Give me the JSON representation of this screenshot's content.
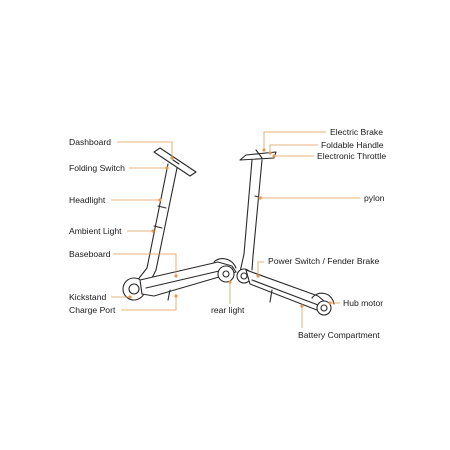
{
  "accent_color": "#e39a55",
  "labels": {
    "dashboard": "Dashboard",
    "folding_switch": "Folding Switch",
    "headlight": "Headlight",
    "ambient_light": "Ambient Light",
    "baseboard": "Baseboard",
    "kickstand": "Kickstand",
    "charge_port": "Charge Port",
    "rear_light": "rear light",
    "electric_brake": "Electric Brake",
    "foldable_handle": "Foldable Handle",
    "electronic_throttle": "Electronic Throttle",
    "pylon": "pylon",
    "power_switch": "Power Switch / Fender Brake",
    "hub_motor": "Hub motor",
    "battery_compartment": "Battery Compartment"
  }
}
